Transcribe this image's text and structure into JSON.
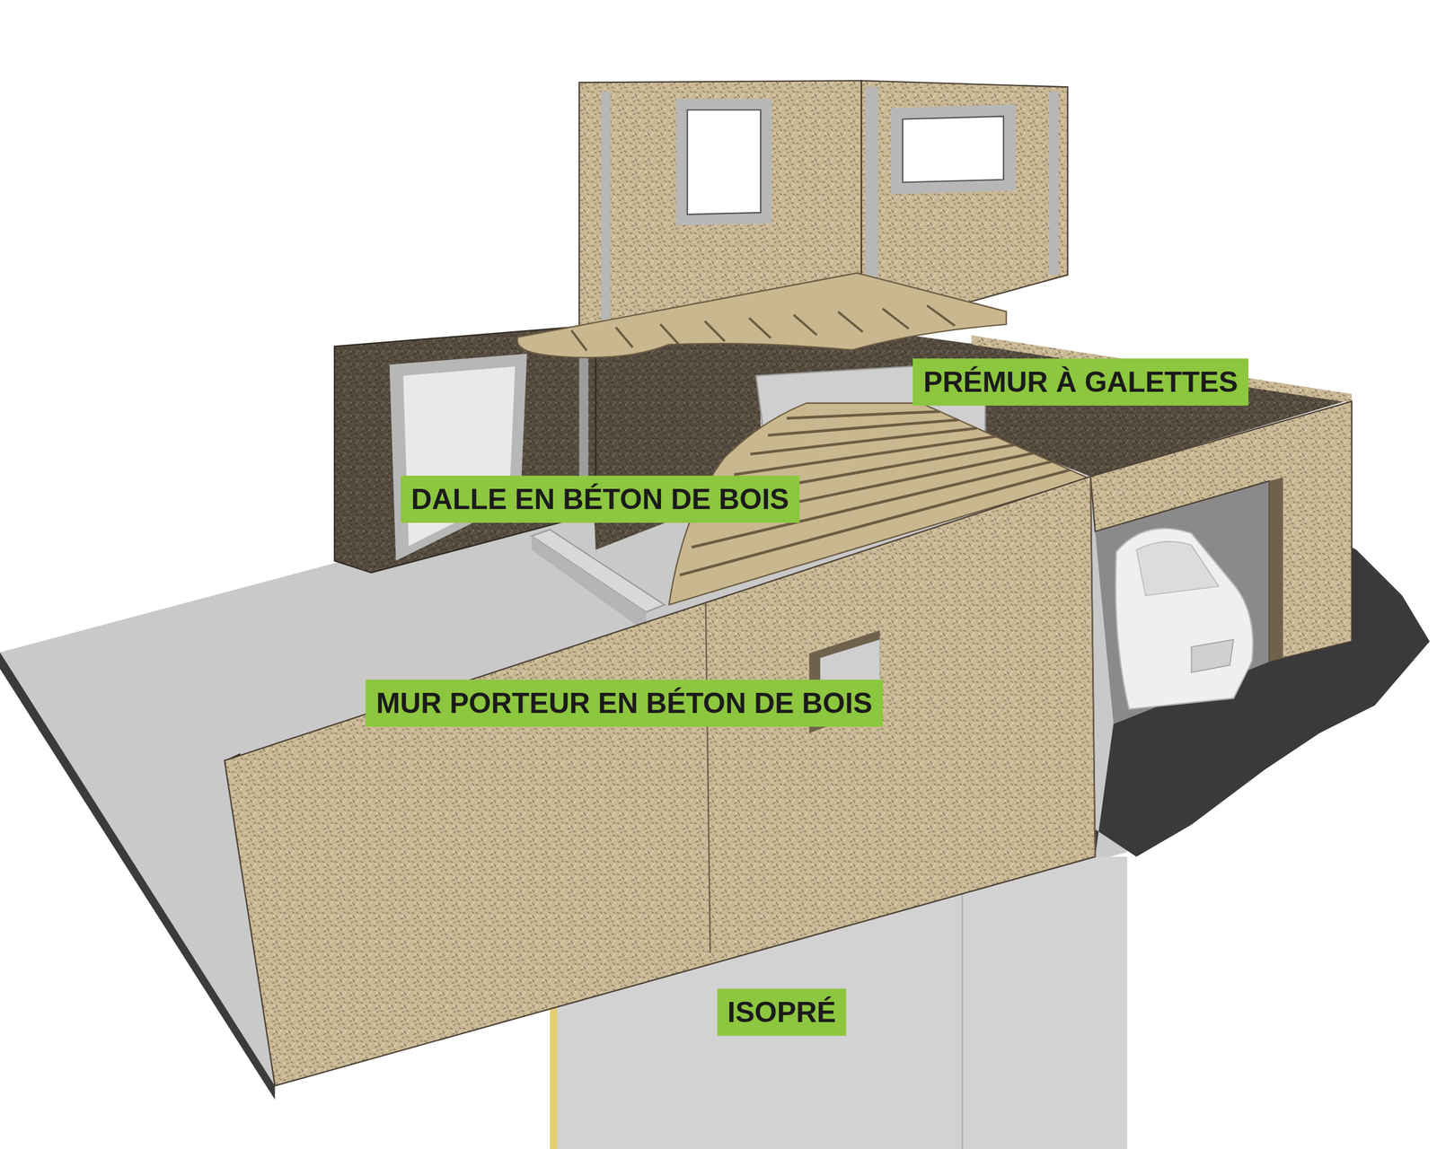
{
  "diagram": {
    "nodes": [
      {
        "text": [
          "PRÉMUR À GALETTES"
        ]
      },
      {
        "text": [
          "DALLE EN BÉTON DE BOIS"
        ]
      },
      {
        "text": [
          "MUR PORTEUR EN BÉTON DE BOIS"
        ]
      },
      {
        "text": [
          "ISOPRÉ"
        ]
      }
    ]
  }
}
